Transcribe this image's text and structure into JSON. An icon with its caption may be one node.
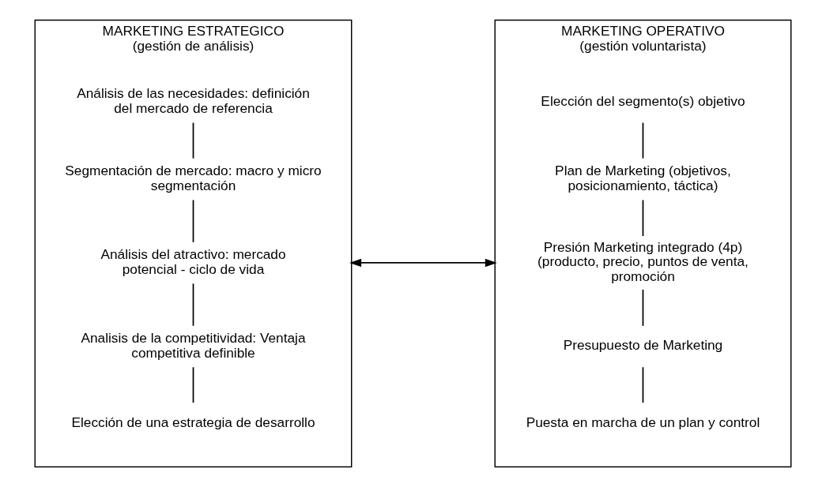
{
  "diagram": {
    "nodes": [
      {
        "text": [
          "MARKETING ESTRATEGICO",
          "(gestión de análisis)"
        ]
      },
      {
        "text": [
          "Análisis de las necesidades: definición del mercado de referencia"
        ],
        "in": 0
      },
      {
        "text": [
          "Segmentación de mercado: macro y micro segmentación"
        ],
        "in": 0
      },
      {
        "text": [
          "Análisis del atractivo: mercado potencial - ciclo de vida"
        ],
        "in": 0
      },
      {
        "text": [
          "Analisis de la competitividad: Ventaja competitiva definible"
        ],
        "in": 0
      },
      {
        "text": [
          "Elección de una estrategia de desarrollo"
        ],
        "in": 0
      },
      {
        "text": [
          "MARKETING OPERATIVO",
          "(gestión voluntarista)"
        ]
      },
      {
        "text": [
          "Elección del segmento(s) objetivo"
        ],
        "in": 6
      },
      {
        "text": [
          "Plan de Marketing (objetivos, posicionamiento, táctica)"
        ],
        "in": 6
      },
      {
        "text": [
          "Presión Marketing integrado (4p) (producto, precio, puntos de venta, promoción"
        ],
        "in": 6
      },
      {
        "text": [
          "Presupuesto de Marketing"
        ],
        "in": 6
      },
      {
        "text": [
          "Puesta en marcha de un plan y control"
        ],
        "in": 6
      }
    ],
    "edges": [
      {
        "from": 1,
        "to": 2,
        "arrow": "none"
      },
      {
        "from": 2,
        "to": 3,
        "arrow": "none"
      },
      {
        "from": 3,
        "to": 4,
        "arrow": "none"
      },
      {
        "from": 4,
        "to": 5,
        "arrow": "none"
      },
      {
        "from": 0,
        "to": 6,
        "arrow": "both"
      },
      {
        "from": 7,
        "to": 8,
        "arrow": "none"
      },
      {
        "from": 8,
        "to": 9,
        "arrow": "none"
      },
      {
        "from": 9,
        "to": 10,
        "arrow": "none"
      },
      {
        "from": 10,
        "to": 11,
        "arrow": "none"
      }
    ]
  }
}
